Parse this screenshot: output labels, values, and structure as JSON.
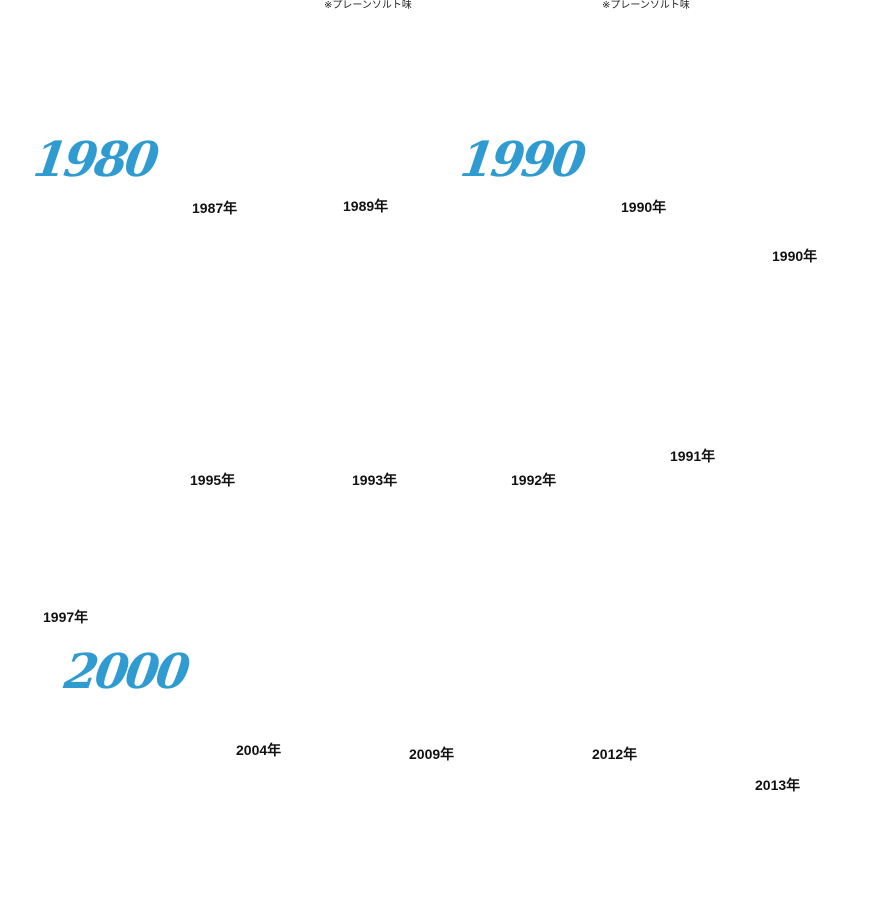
{
  "accent_color": "#2f9bd0",
  "notes": [
    "※プレーンソルト味",
    "※プレーンソルト味"
  ],
  "decades": [
    "1980",
    "1990",
    "2000"
  ],
  "years": [
    "1987年",
    "1989年",
    "1990年",
    "1990年",
    "1995年",
    "1993年",
    "1992年",
    "1991年",
    "1997年",
    "2004年",
    "2009年",
    "2012年",
    "2013年"
  ]
}
